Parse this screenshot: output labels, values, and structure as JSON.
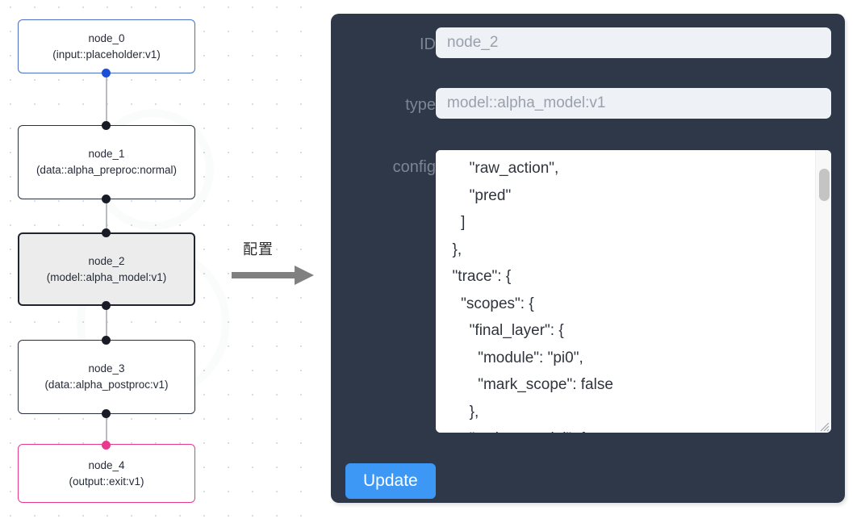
{
  "canvas": {
    "nodes": [
      {
        "id": "node_0",
        "title": "node_0",
        "subtitle": "(input::placeholder:v1)",
        "state": "input",
        "accent": "#4a6fc4"
      },
      {
        "id": "node_1",
        "title": "node_1",
        "subtitle": "(data::alpha_preproc:normal)",
        "state": "default",
        "accent": "#2b3040"
      },
      {
        "id": "node_2",
        "title": "node_2",
        "subtitle": "(model::alpha_model:v1)",
        "state": "selected",
        "accent": "#20242f"
      },
      {
        "id": "node_3",
        "title": "node_3",
        "subtitle": "(data::alpha_postproc:v1)",
        "state": "default",
        "accent": "#2b3040"
      },
      {
        "id": "node_4",
        "title": "node_4",
        "subtitle": "(output::exit:v1)",
        "state": "output",
        "accent": "#e9398f"
      }
    ]
  },
  "annotation": {
    "caption": "配置",
    "arrow_color": "#808080"
  },
  "panel": {
    "background": "#2f3848",
    "fields": [
      {
        "key": "id",
        "label": "ID",
        "value": "node_2"
      },
      {
        "key": "type",
        "label": "type",
        "value": "model::alpha_model:v1"
      },
      {
        "key": "config",
        "label": "config"
      }
    ],
    "config_value": "      \"raw_action\",\n      \"pred\"\n    ]\n  },\n  \"trace\": {\n    \"scopes\": {\n      \"final_layer\": {\n        \"module\": \"pi0\",\n        \"mark_scope\": false\n      },\n      \"action_model\": {",
    "update_label": "Update",
    "update_color": "#3d98f5"
  }
}
